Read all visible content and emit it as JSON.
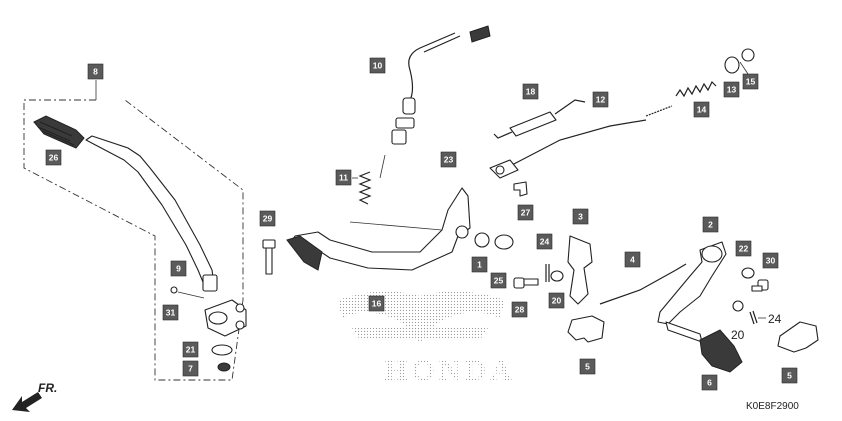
{
  "diagram_code": "K0E8F2900",
  "direction_label": "FR.",
  "logo_text": "HONDA",
  "callouts": [
    {
      "id": "8",
      "label": "8"
    },
    {
      "id": "26",
      "label": "26"
    },
    {
      "id": "29",
      "label": "29"
    },
    {
      "id": "9",
      "label": "9"
    },
    {
      "id": "31",
      "label": "31"
    },
    {
      "id": "21",
      "label": "21"
    },
    {
      "id": "7",
      "label": "7"
    },
    {
      "id": "10",
      "label": "10"
    },
    {
      "id": "11",
      "label": "11"
    },
    {
      "id": "16",
      "label": "16"
    },
    {
      "id": "18",
      "label": "18"
    },
    {
      "id": "12",
      "label": "12"
    },
    {
      "id": "23",
      "label": "23"
    },
    {
      "id": "27",
      "label": "27"
    },
    {
      "id": "1",
      "label": "1"
    },
    {
      "id": "25",
      "label": "25"
    },
    {
      "id": "28",
      "label": "28"
    },
    {
      "id": "24",
      "label": "24"
    },
    {
      "id": "20",
      "label": "20"
    },
    {
      "id": "3",
      "label": "3"
    },
    {
      "id": "5a",
      "label": "5"
    },
    {
      "id": "4",
      "label": "4"
    },
    {
      "id": "2",
      "label": "2"
    },
    {
      "id": "22",
      "label": "22"
    },
    {
      "id": "30",
      "label": "30"
    },
    {
      "id": "6",
      "label": "6"
    },
    {
      "id": "5b",
      "label": "5"
    },
    {
      "id": "13",
      "label": "13"
    },
    {
      "id": "15",
      "label": "15"
    },
    {
      "id": "14",
      "label": "14"
    }
  ],
  "plain_labels": [
    {
      "id": "24",
      "label": "24"
    },
    {
      "id": "20",
      "label": "20"
    }
  ]
}
